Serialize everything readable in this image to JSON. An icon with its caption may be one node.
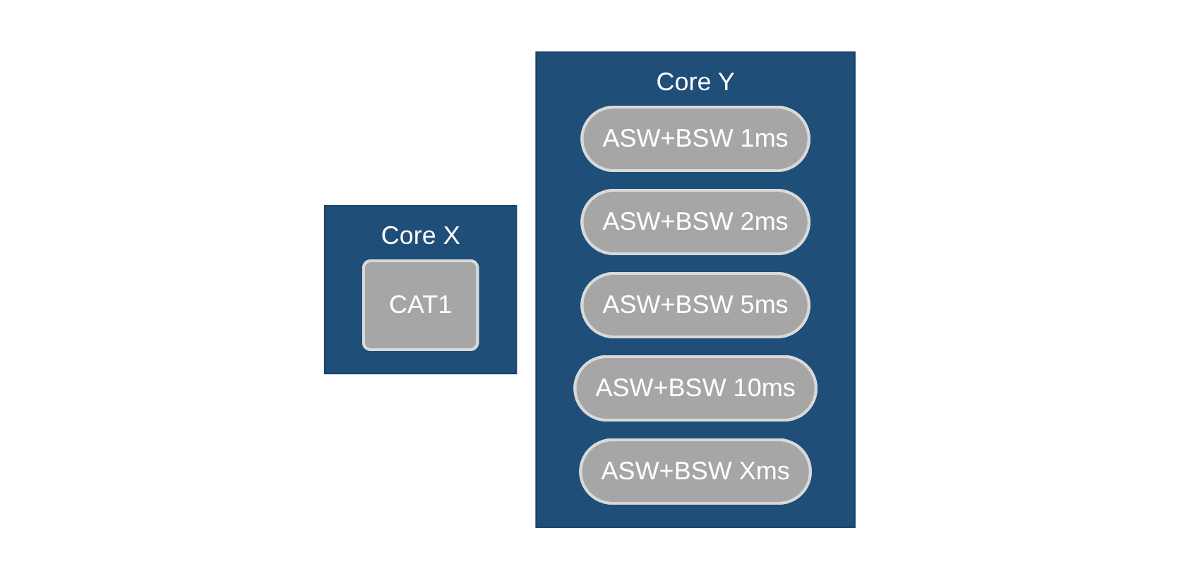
{
  "diagram": {
    "nodes": [
      {
        "text": [
          "Core X"
        ]
      },
      {
        "text": [
          "CAT1"
        ],
        "in": 0
      },
      {
        "text": [
          "Core Y"
        ]
      },
      {
        "text": [
          "ASW+BSW 1ms"
        ],
        "in": 2
      },
      {
        "text": [
          "ASW+BSW 2ms"
        ],
        "in": 2
      },
      {
        "text": [
          "ASW+BSW 5ms"
        ],
        "in": 2
      },
      {
        "text": [
          "ASW+BSW 10ms"
        ],
        "in": 2
      },
      {
        "text": [
          "ASW+BSW Xms"
        ],
        "in": 2
      }
    ]
  }
}
